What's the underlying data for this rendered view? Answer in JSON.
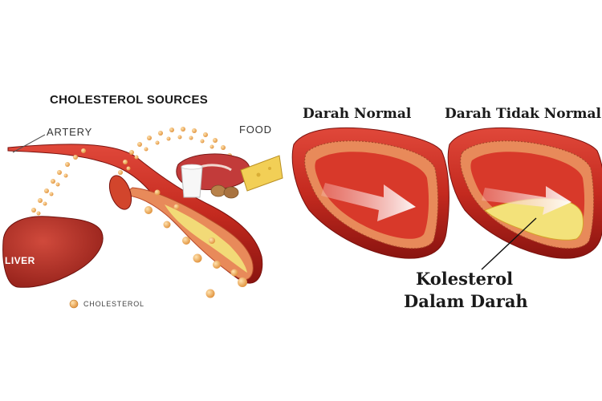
{
  "left_panel": {
    "title": "CHOLESTEROL SOURCES",
    "artery_label": "ARTERY",
    "food_label": "FOOD",
    "liver_label": "LIVER",
    "legend_label": "CHOLESTEROL"
  },
  "right_panel": {
    "normal_label": "Darah Normal",
    "abnormal_label": "Darah Tidak Normal",
    "callout_line1": "Kolesterol",
    "callout_line2": "Dalam Darah"
  },
  "colors": {
    "artery_red": "#c8281e",
    "artery_dark": "#8a1410",
    "inner_wall": "#e88a5a",
    "plaque_yellow": "#f3e27a",
    "cholesterol_dot": "#f2b25a",
    "liver": "#b32a22"
  }
}
